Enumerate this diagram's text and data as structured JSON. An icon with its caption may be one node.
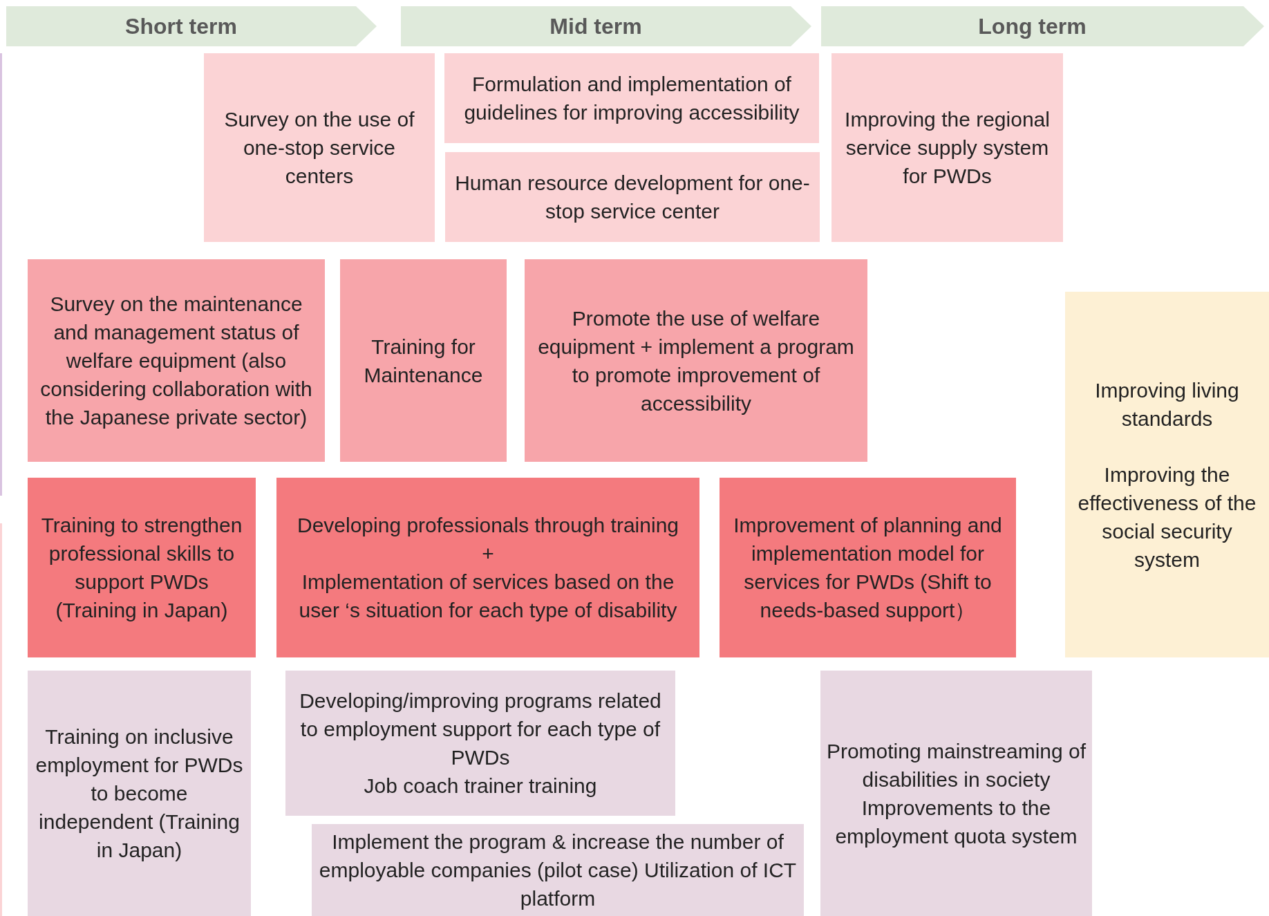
{
  "diagram": {
    "nodes": [
      {
        "text": [
          "Short term"
        ]
      },
      {
        "text": [
          "Mid term"
        ]
      },
      {
        "text": [
          "Long term"
        ]
      },
      {
        "text": [
          "Survey on the use of one-stop service centers"
        ]
      },
      {
        "text": [
          "Formulation and implementation of guidelines for improving accessibility"
        ]
      },
      {
        "text": [
          "Human resource development for one-stop service center"
        ]
      },
      {
        "text": [
          "Improving the regional service supply system for PWDs"
        ]
      },
      {
        "text": [
          "Survey on the maintenance and management status of welfare equipment (also considering collaboration with the Japanese private sector)"
        ]
      },
      {
        "text": [
          "Training for Maintenance"
        ]
      },
      {
        "text": [
          "Promote the use of welfare equipment + implement a program to promote improvement of accessibility"
        ]
      },
      {
        "text": [
          "Improving living standards",
          "Improving the effectiveness of the social security system"
        ]
      },
      {
        "text": [
          "Training to strengthen professional skills to support PWDs (Training in Japan)"
        ]
      },
      {
        "text": [
          "Developing professionals through training",
          "+",
          "Implementation of services based on the user ‘s situation for each type of disability"
        ]
      },
      {
        "text": [
          "Improvement of planning and implementation model for services for PWDs (Shift to needs-based support）"
        ]
      },
      {
        "text": [
          "Training on inclusive employment for PWDs to become independent (Training in Japan)"
        ]
      },
      {
        "text": [
          "Developing/improving programs related to employment support for each type of PWDs",
          "Job coach trainer training"
        ]
      },
      {
        "text": [
          "Implement the program & increase the number of employable companies (pilot case) Utilization of ICT platform"
        ]
      },
      {
        "text": [
          "Promoting mainstreaming of disabilities in society",
          "Improvements to the employment quota system"
        ]
      }
    ],
    "edges": []
  }
}
